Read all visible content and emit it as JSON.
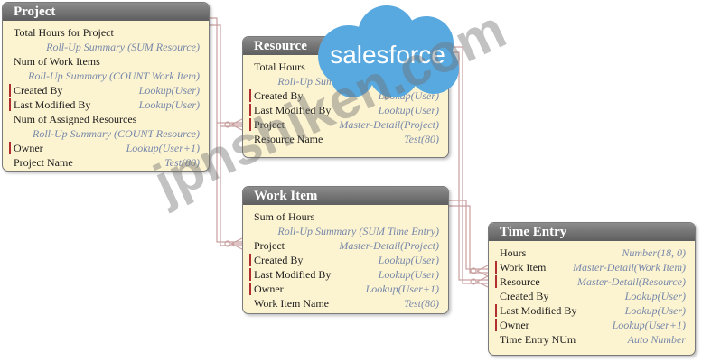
{
  "entities": {
    "project": {
      "title": "Project",
      "fields": [
        {
          "name": "Total Hours for Project",
          "type": "",
          "sub": "Roll-Up Summary (SUM Resource)",
          "required": false
        },
        {
          "name": "Num of Work Items",
          "type": "",
          "sub": "Roll-Up Summary (COUNT Work Item)",
          "required": false
        },
        {
          "name": "Created By",
          "type": "Lookup(User)",
          "sub": "",
          "required": true
        },
        {
          "name": "Last Modified By",
          "type": "Lookup(User)",
          "sub": "",
          "required": true
        },
        {
          "name": "Num of Assigned Resources",
          "type": "",
          "sub": "Roll-Up Summary (COUNT Resource)",
          "required": false
        },
        {
          "name": "Owner",
          "type": "Lookup(User+1)",
          "sub": "",
          "required": true
        },
        {
          "name": "Project Name",
          "type": "Test(80)",
          "sub": "",
          "required": false
        }
      ]
    },
    "resource": {
      "title": "Resource",
      "fields": [
        {
          "name": "Total Hours",
          "type": "",
          "sub": "Roll-Up Summary (SUM Time Entry)",
          "required": false
        },
        {
          "name": "Created By",
          "type": "Lookup(User)",
          "sub": "",
          "required": true
        },
        {
          "name": "Last Modified By",
          "type": "Lookup(User)",
          "sub": "",
          "required": true
        },
        {
          "name": "Project",
          "type": "Master-Detail(Project)",
          "sub": "",
          "required": true
        },
        {
          "name": "Resource Name",
          "type": "Test(80)",
          "sub": "",
          "required": false
        }
      ]
    },
    "work_item": {
      "title": "Work Item",
      "fields": [
        {
          "name": "Sum of Hours",
          "type": "",
          "sub": "Roll-Up Summary (SUM Time Entry)",
          "required": false
        },
        {
          "name": "Project",
          "type": "Master-Detail(Project)",
          "sub": "",
          "required": false
        },
        {
          "name": "Created By",
          "type": "Lookup(User)",
          "sub": "",
          "required": true
        },
        {
          "name": "Last Modified By",
          "type": "Lookup(User)",
          "sub": "",
          "required": true
        },
        {
          "name": "Owner",
          "type": "Lookup(User+1)",
          "sub": "",
          "required": true
        },
        {
          "name": "Work Item Name",
          "type": "Test(80)",
          "sub": "",
          "required": false
        }
      ]
    },
    "time_entry": {
      "title": "Time Entry",
      "fields": [
        {
          "name": "Hours",
          "type": "Number(18, 0)",
          "sub": "",
          "required": false
        },
        {
          "name": "Work Item",
          "type": "Master-Detail(Work Item)",
          "sub": "",
          "required": true
        },
        {
          "name": "Resource",
          "type": "Master-Detail(Resource)",
          "sub": "",
          "required": true
        },
        {
          "name": "Created By",
          "type": "Lookup(User)",
          "sub": "",
          "required": false
        },
        {
          "name": "Last Modified By",
          "type": "Lookup(User)",
          "sub": "",
          "required": true
        },
        {
          "name": "Owner",
          "type": "Lookup(User+1)",
          "sub": "",
          "required": true
        },
        {
          "name": "Time Entry NUm",
          "type": "Auto Number",
          "sub": "",
          "required": false
        }
      ]
    }
  },
  "logo": {
    "text": "salesforce",
    "color": "#58a9e0"
  },
  "watermark": {
    "text": "jpnshiken.com"
  },
  "colors": {
    "header": "#6e6e6e",
    "body": "#fcf3d0",
    "connector": "#c9a0a0",
    "required_marker": "#b03030"
  }
}
